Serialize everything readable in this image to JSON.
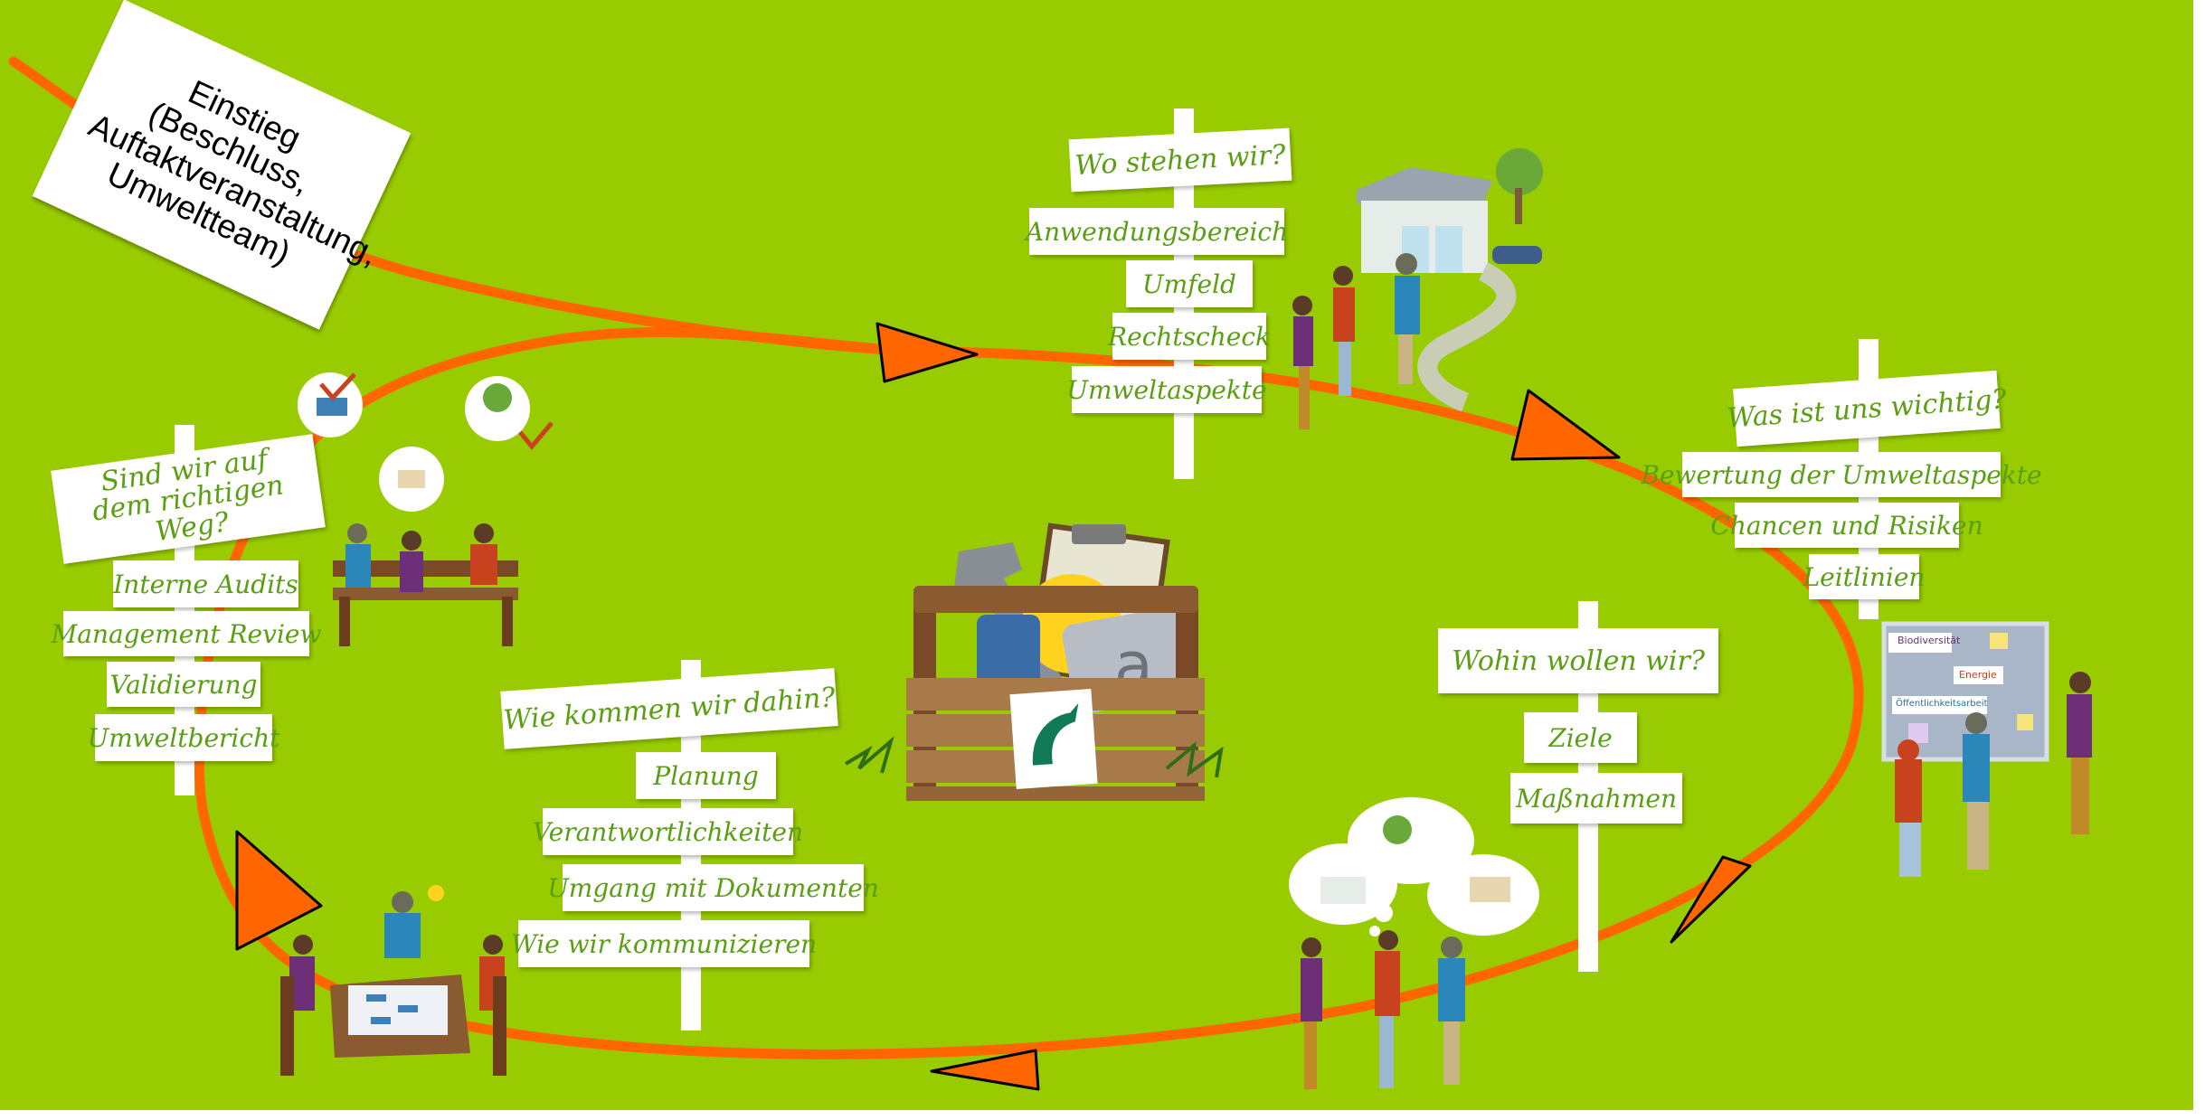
{
  "colors": {
    "background": "#99cc00",
    "path": "#ff6600",
    "sign_text": "#5a9e12",
    "emas_green": "#0f7a55"
  },
  "entry": {
    "text": "Einstieg (Beschluss,\nAuftaktveranstaltung,\nUmweltteam)"
  },
  "stations": {
    "where": {
      "title": "Wo stehen wir?",
      "items": [
        "Anwendungsbereich",
        "Umfeld",
        "Rechtscheck",
        "Umweltaspekte"
      ]
    },
    "important": {
      "title": "Was ist uns wichtig?",
      "items": [
        "Bewertung der Umweltaspekte",
        "Chancen und Risiken",
        "Leitlinien"
      ]
    },
    "whereto": {
      "title": "Wohin wollen wir?",
      "items": [
        "Ziele",
        "Maßnahmen"
      ]
    },
    "how": {
      "title": "Wie kommen wir dahin?",
      "items": [
        "Planung",
        "Verantwortlichkeiten",
        "Umgang mit Dokumenten",
        "Wie wir kommunizieren"
      ]
    },
    "right_way": {
      "title": "Sind wir auf dem richtigen Weg?",
      "items": [
        "Interne Audits",
        "Management Review",
        "Validierung",
        "Umweltbericht"
      ]
    }
  },
  "pinboard": {
    "cards": [
      "Biodiversität",
      "Energie",
      "Öffentlichkeitsarbeit"
    ]
  },
  "icons": [
    "toolbox-icon",
    "wrench-icon",
    "clipboard-icon",
    "lightbulb-icon",
    "emas-logo-icon",
    "checkmark-icon"
  ]
}
